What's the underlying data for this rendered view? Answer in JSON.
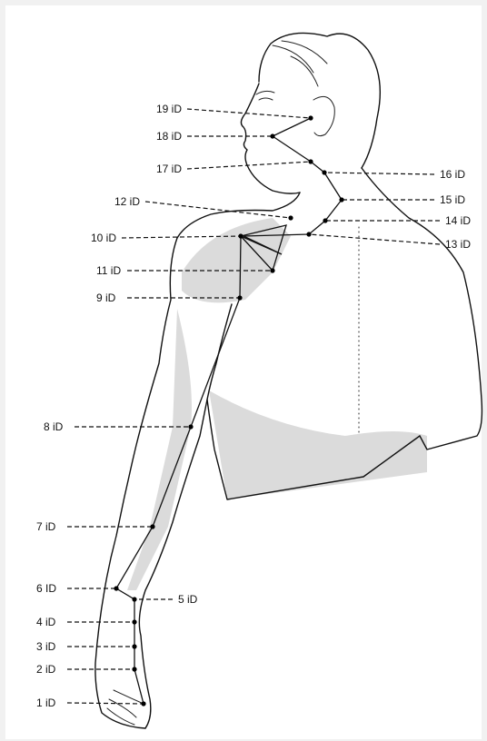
{
  "points": [
    {
      "id": "p1",
      "label": "1 iD"
    },
    {
      "id": "p2",
      "label": "2 iD"
    },
    {
      "id": "p3",
      "label": "3 iD"
    },
    {
      "id": "p4",
      "label": "4 iD"
    },
    {
      "id": "p5",
      "label": "5 iD"
    },
    {
      "id": "p6",
      "label": "6 ID"
    },
    {
      "id": "p7",
      "label": "7 iD"
    },
    {
      "id": "p8",
      "label": "8 iD"
    },
    {
      "id": "p9",
      "label": "9 iD"
    },
    {
      "id": "p10",
      "label": "10 iD"
    },
    {
      "id": "p11",
      "label": "11 iD"
    },
    {
      "id": "p12",
      "label": "12 iD"
    },
    {
      "id": "p13",
      "label": "13 iD"
    },
    {
      "id": "p14",
      "label": "14 iD"
    },
    {
      "id": "p15",
      "label": "15 iD"
    },
    {
      "id": "p16",
      "label": "16 iD"
    },
    {
      "id": "p17",
      "label": "17 iD"
    },
    {
      "id": "p18",
      "label": "18 iD"
    },
    {
      "id": "p19",
      "label": "19 iD"
    }
  ]
}
